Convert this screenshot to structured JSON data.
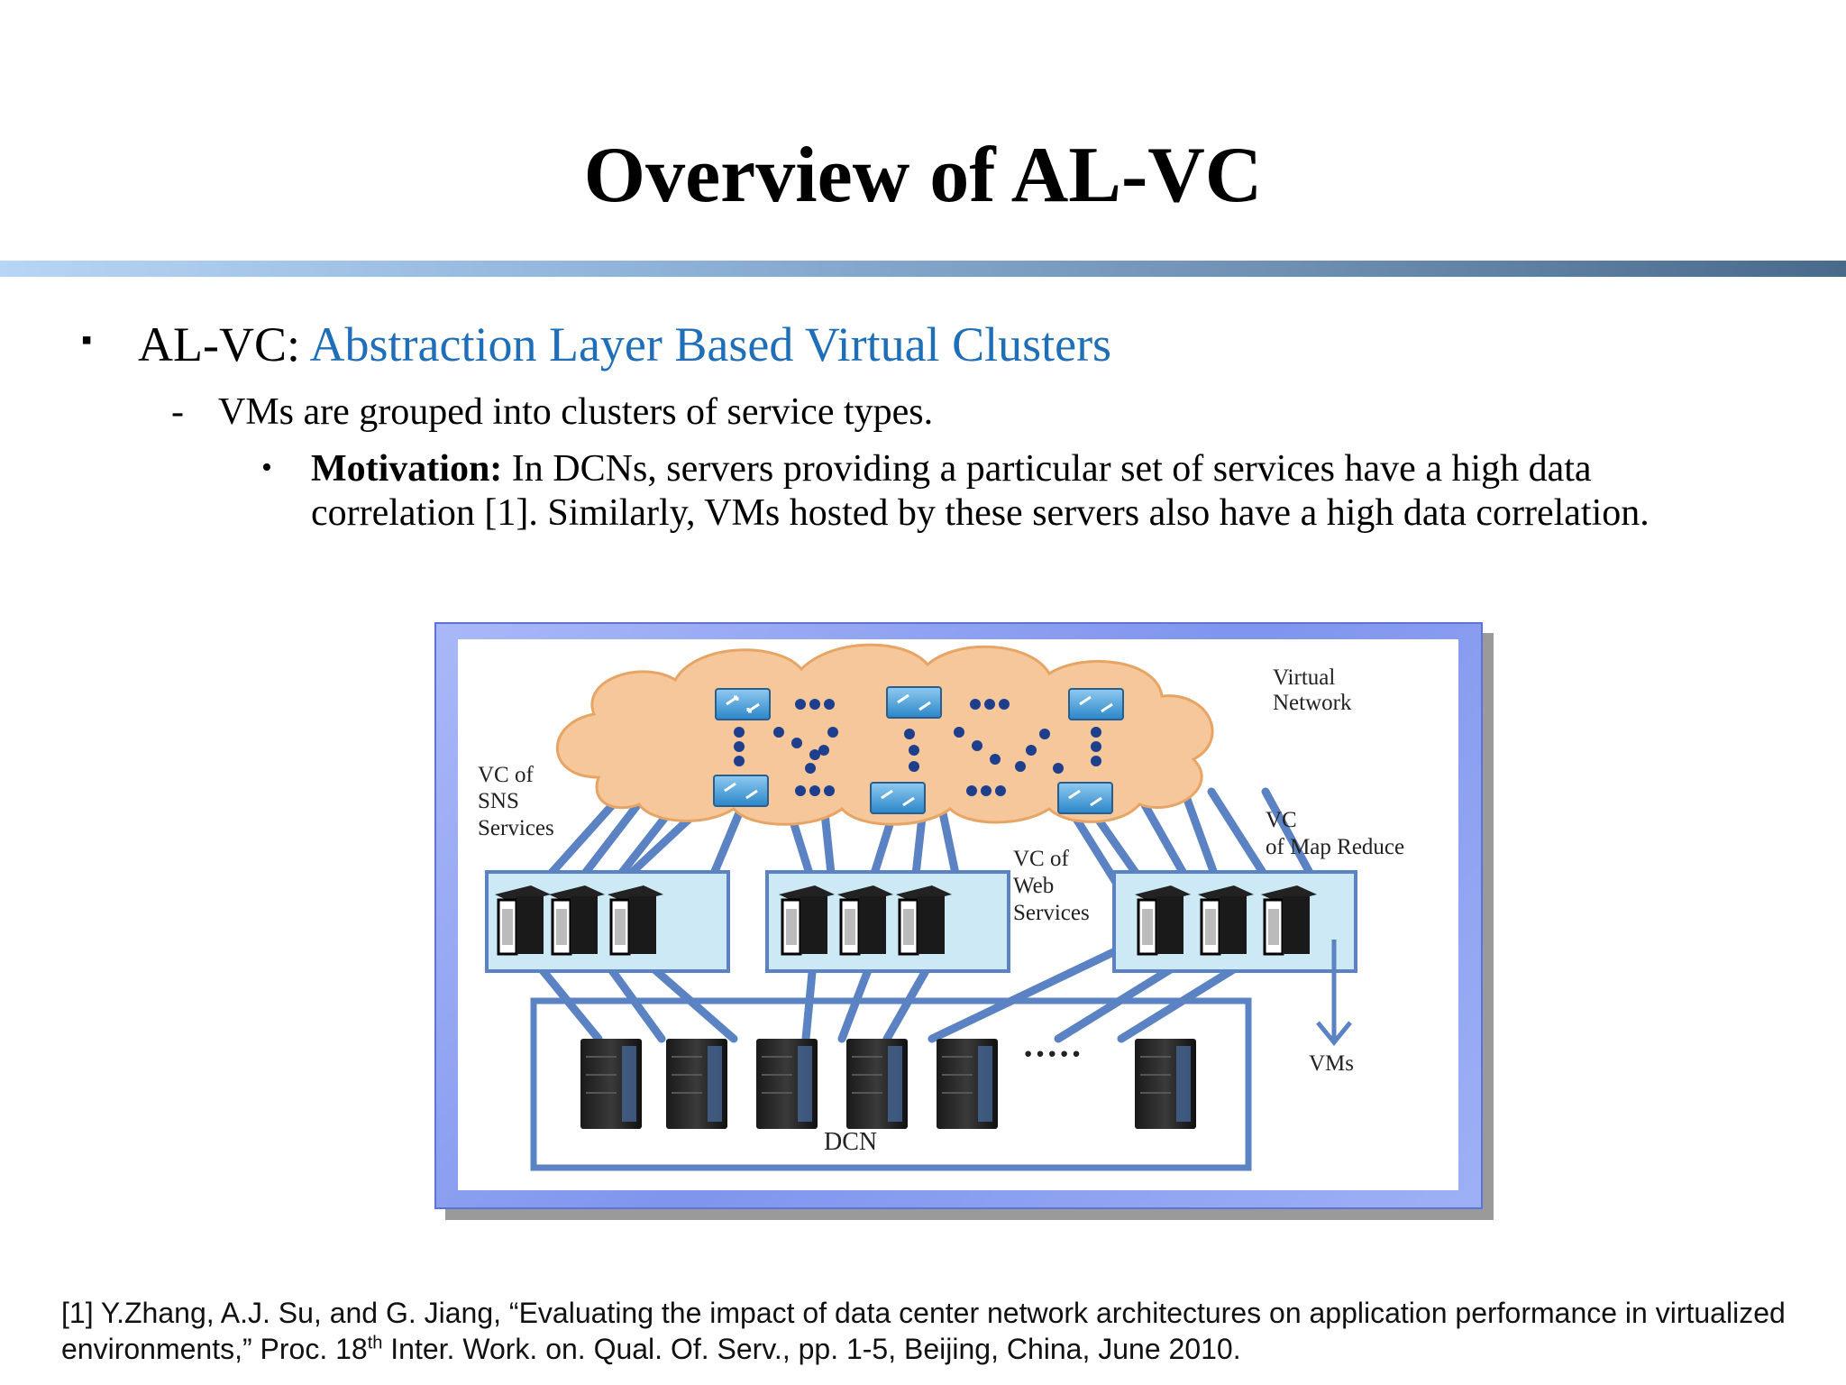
{
  "slide": {
    "title": "Overview of AL-VC"
  },
  "bullets": {
    "level1": {
      "marker": "▪",
      "prefix": "AL-VC: ",
      "accent": "Abstraction Layer Based Virtual Clusters"
    },
    "level2": {
      "marker": "-",
      "text": "VMs are grouped into clusters of service types."
    },
    "level3": {
      "marker": "•",
      "bold": "Motivation:",
      "text": " In DCNs, servers providing a particular set of services have a high data correlation [1]. Similarly, VMs hosted by these servers also have a high data correlation."
    }
  },
  "figure": {
    "virtual_network_label_1": "Virtual",
    "virtual_network_label_2": "Network",
    "vc_sns_label_1": "VC of",
    "vc_sns_label_2": "SNS",
    "vc_sns_label_3": "Services",
    "vc_web_label_1": "VC of",
    "vc_web_label_2": "Web",
    "vc_web_label_3": "Services",
    "vc_mr_label_1": "VC",
    "vc_mr_label_2": "of Map Reduce",
    "vms_label": "VMs",
    "dcn_label": "DCN",
    "ellipsis": "·····"
  },
  "reference": {
    "part1": "[1] Y.Zhang, A.J. Su, and G. Jiang, “Evaluating the impact of data center network architectures on application performance in virtualized environments,” Proc. 18",
    "sup": "th",
    "part2": " Inter. Work. on. Qual. Of. Serv., pp. 1-5, Beijing, China, June 2010."
  },
  "colors": {
    "accent_blue": "#1f6fb8",
    "cloud_fill": "#f6c79a",
    "link_blue": "#5b82c2"
  }
}
